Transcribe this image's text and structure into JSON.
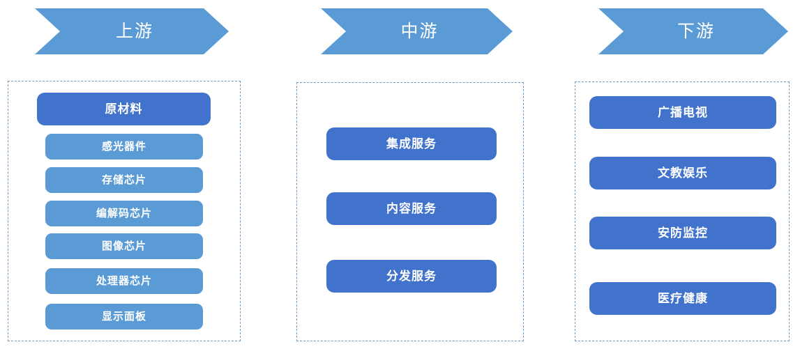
{
  "diagram": {
    "type": "value-chain",
    "background_color": "#FFFFFF",
    "accent_color": "#4273CC",
    "light_color": "#5B9BD5",
    "dashed_border_color": "#6E9CC4"
  },
  "columns": [
    {
      "id": "upstream",
      "banner_label": "上游",
      "items": [
        {
          "label": "原材料",
          "style": "accent"
        },
        {
          "label": "感光器件",
          "style": "light"
        },
        {
          "label": "存储芯片",
          "style": "light"
        },
        {
          "label": "编解码芯片",
          "style": "light"
        },
        {
          "label": "图像芯片",
          "style": "light"
        },
        {
          "label": "处理器芯片",
          "style": "light"
        },
        {
          "label": "显示面板",
          "style": "light"
        }
      ]
    },
    {
      "id": "midstream",
      "banner_label": "中游",
      "items": [
        {
          "label": "集成服务",
          "style": "accent"
        },
        {
          "label": "内容服务",
          "style": "accent"
        },
        {
          "label": "分发服务",
          "style": "accent"
        }
      ]
    },
    {
      "id": "downstream",
      "banner_label": "下游",
      "items": [
        {
          "label": "广播电视",
          "style": "accent"
        },
        {
          "label": "文教娱乐",
          "style": "accent"
        },
        {
          "label": "安防监控",
          "style": "accent"
        },
        {
          "label": "医疗健康",
          "style": "accent"
        }
      ]
    }
  ]
}
